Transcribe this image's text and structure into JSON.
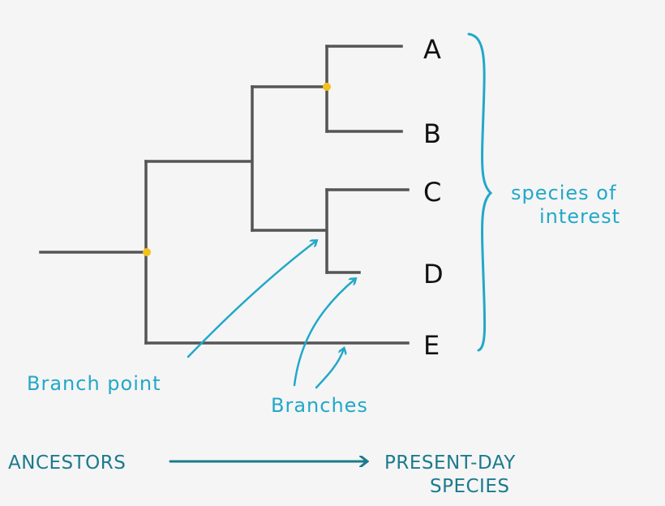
{
  "tree": {
    "tips": [
      "A",
      "B",
      "C",
      "D",
      "E"
    ],
    "branch_color": "#555555",
    "node_color": "#f2c21b"
  },
  "annotations": {
    "group_label_line1": "species of",
    "group_label_line2": "interest",
    "branch_point": "Branch point",
    "branches": "Branches",
    "color": "#22a8c8"
  },
  "timeline": {
    "from": "ANCESTORS",
    "to_line1": "PRESENT-DAY",
    "to_line2": "SPECIES",
    "color": "#1b7a8d"
  }
}
